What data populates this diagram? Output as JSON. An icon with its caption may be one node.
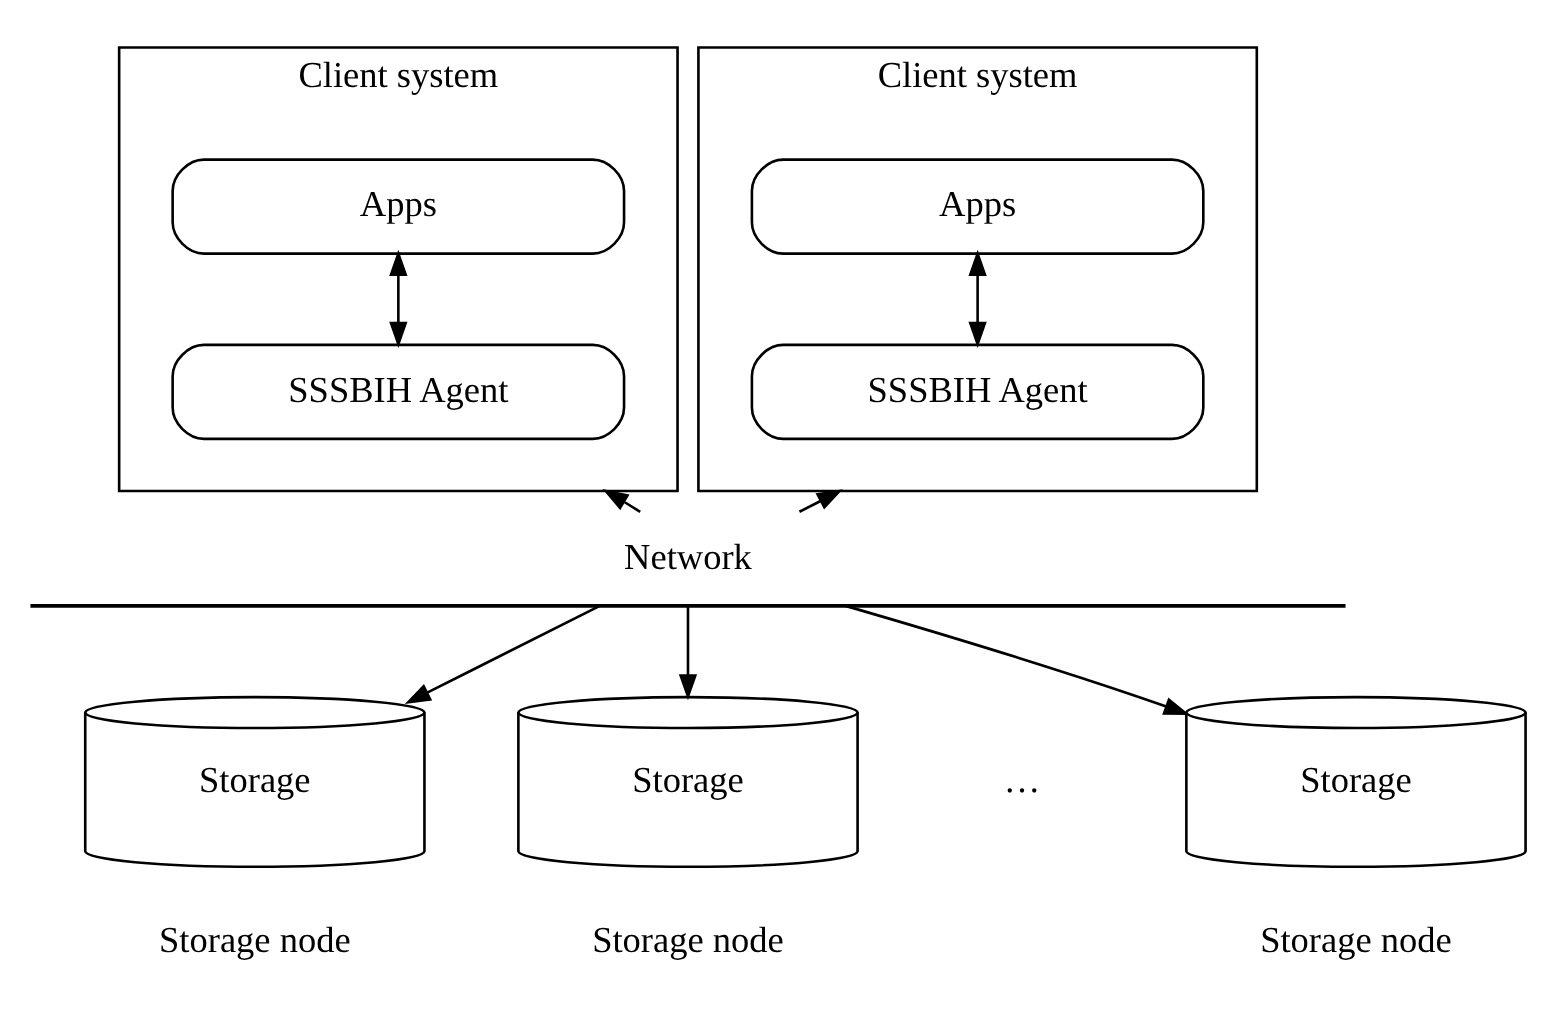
{
  "diagram": {
    "nodes": [
      {
        "text": [
          "Client system"
        ]
      },
      {
        "text": [
          "Apps"
        ],
        "in": 0
      },
      {
        "text": [
          "SSSBIH Agent"
        ],
        "in": 0
      },
      {
        "text": [
          "Client system"
        ]
      },
      {
        "text": [
          "Apps"
        ],
        "in": 3
      },
      {
        "text": [
          "SSSBIH Agent"
        ],
        "in": 3
      },
      {
        "text": [
          "Network"
        ]
      },
      {
        "text": [
          "Storage"
        ],
        "beside": [
          "Storage node"
        ]
      },
      {
        "text": [
          "Storage"
        ],
        "beside": [
          "Storage node"
        ]
      },
      {
        "text": [
          "Storage"
        ],
        "beside": [
          "Storage node"
        ]
      }
    ],
    "edges": [
      {
        "from": 1,
        "to": 2,
        "arrow": "both"
      },
      {
        "from": 4,
        "to": 5,
        "arrow": "both"
      },
      {
        "from": 6,
        "to": 0,
        "arrow": "to"
      },
      {
        "from": 6,
        "to": 3,
        "arrow": "to"
      },
      {
        "from": 6,
        "to": 7,
        "arrow": "to"
      },
      {
        "from": 6,
        "to": 8,
        "arrow": "to"
      },
      {
        "from": 6,
        "to": 9,
        "arrow": "to"
      }
    ],
    "labels": [
      "…"
    ]
  }
}
